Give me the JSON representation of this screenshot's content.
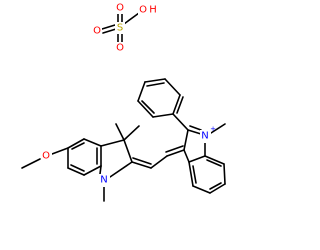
{
  "molecule": {
    "atoms": {
      "sulfur": "S",
      "oxygen": "O",
      "hydroxyl_oxygen": "O",
      "hydroxyl_hydrogen": "H",
      "nitrogen": "N",
      "cation_charge": "+"
    },
    "colors": {
      "bond": "#000000",
      "oxygen": "#ff0000",
      "sulfur": "#b8a400",
      "nitrogen": "#0000ff",
      "background": "#ffffff"
    }
  }
}
